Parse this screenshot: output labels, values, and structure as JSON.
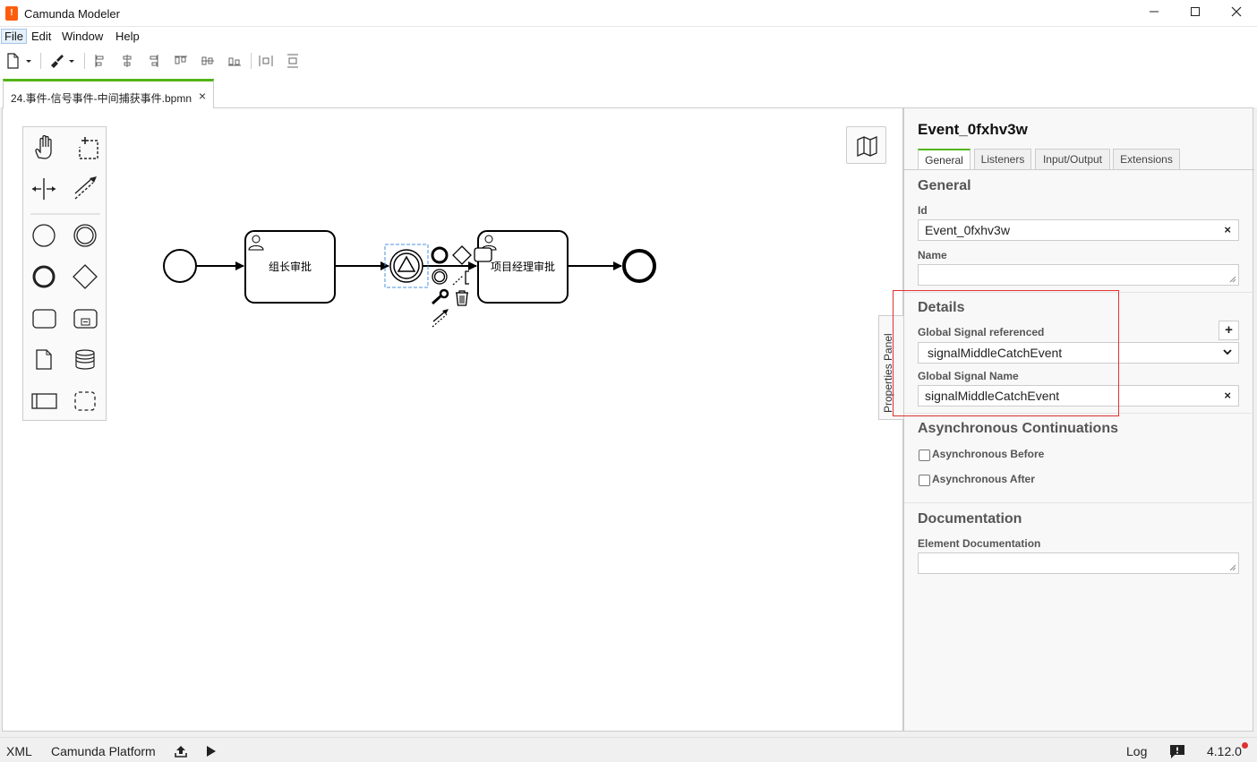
{
  "window": {
    "title": "Camunda Modeler",
    "minimize_glyph": "—",
    "maximize_glyph": "☐",
    "close_glyph": "✕"
  },
  "menu": {
    "items": [
      "File",
      "Edit",
      "Window",
      "Help"
    ]
  },
  "toolbar": {
    "icons": [
      "new-file-icon",
      "dropdown-caret-icon",
      "color-brush-icon",
      "dropdown-caret-icon",
      "align-left-icon",
      "align-center-icon",
      "align-right-icon",
      "align-top-icon",
      "align-middle-icon",
      "align-bottom-icon",
      "distribute-horizontal-icon",
      "distribute-vertical-icon"
    ]
  },
  "tabs": [
    {
      "label": "24.事件-信号事件-中间捕获事件.bpmn",
      "close": "×",
      "active": true
    }
  ],
  "diagram": {
    "tasks": [
      {
        "label": "组长审批"
      },
      {
        "label": "项目经理审批"
      }
    ],
    "palette_icons": [
      "hand-tool-icon",
      "lasso-tool-icon",
      "space-tool-icon",
      "global-connect-icon",
      "start-event-icon",
      "intermediate-event-icon",
      "end-event-icon",
      "gateway-icon",
      "task-icon",
      "subprocess-icon",
      "data-object-icon",
      "data-store-icon",
      "pool-icon",
      "group-icon"
    ],
    "context_pad_icons": [
      "append-end-event-icon",
      "append-gateway-icon",
      "append-task-icon",
      "append-intermediate-event-icon",
      "text-annotation-icon",
      "wrench-icon",
      "trash-icon",
      "connect-icon"
    ],
    "minimap_icon": "map-icon"
  },
  "properties_panel": {
    "toggle_label": "Properties Panel",
    "title": "Event_0fxhv3w",
    "tabs": [
      "General",
      "Listeners",
      "Input/Output",
      "Extensions"
    ],
    "active_tab": "General",
    "general": {
      "heading": "General",
      "id_label": "Id",
      "id_value": "Event_0fxhv3w",
      "name_label": "Name",
      "name_value": ""
    },
    "details": {
      "heading": "Details",
      "signal_ref_label": "Global Signal referenced",
      "signal_ref_value": "signalMiddleCatchEvent",
      "add_label": "+",
      "signal_name_label": "Global Signal Name",
      "signal_name_value": "signalMiddleCatchEvent"
    },
    "async": {
      "heading": "Asynchronous Continuations",
      "before_label": "Asynchronous Before",
      "before_checked": false,
      "after_label": "Asynchronous After",
      "after_checked": false
    },
    "documentation": {
      "heading": "Documentation",
      "element_doc_label": "Element Documentation",
      "element_doc_value": ""
    },
    "clear_glyph": "×"
  },
  "statusbar": {
    "xml_label": "XML",
    "platform_label": "Camunda Platform",
    "log_label": "Log",
    "version": "4.12.0"
  },
  "colors": {
    "accent_green": "#52b415",
    "highlight_red": "#e03131",
    "notification_red": "#e03131",
    "selection_blue": "#4a90e2"
  }
}
